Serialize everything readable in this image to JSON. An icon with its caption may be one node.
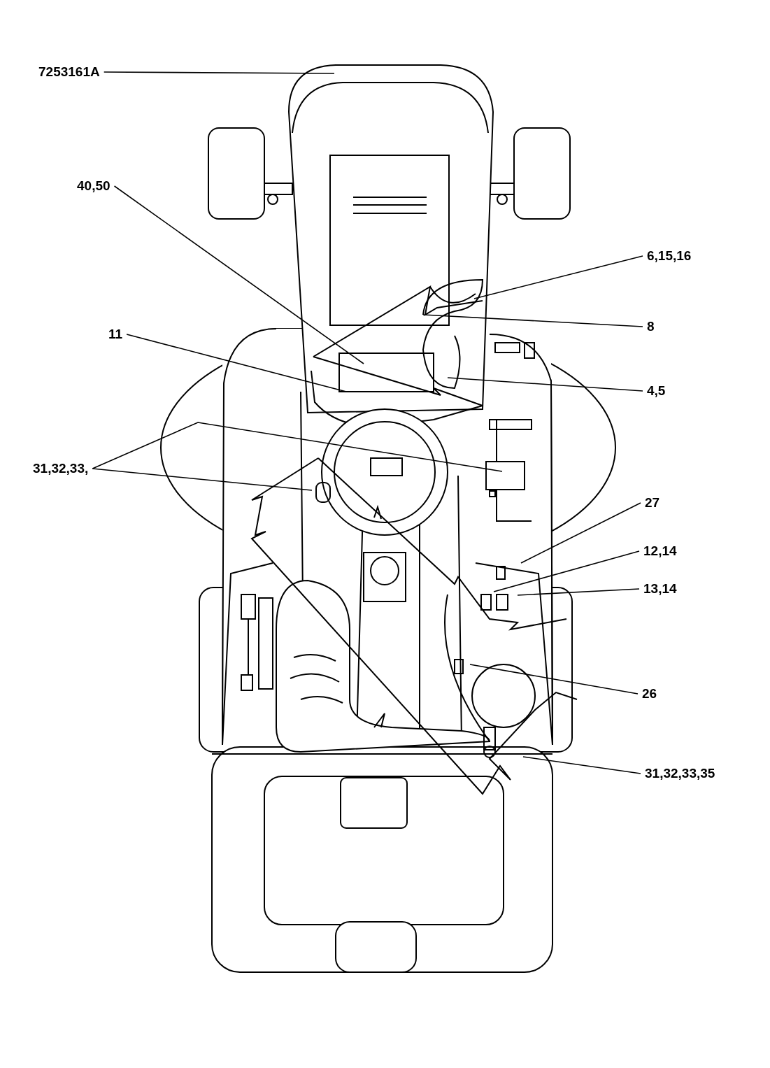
{
  "diagram": {
    "nodes": [
      {
        "text": [
          "7253161A"
        ]
      },
      {
        "text": [
          "40,50"
        ]
      },
      {
        "text": [
          "6,15,16"
        ]
      },
      {
        "text": [
          "8"
        ]
      },
      {
        "text": [
          "11"
        ]
      },
      {
        "text": [
          "4,5"
        ]
      },
      {
        "text": [
          "31,32,33,"
        ]
      },
      {
        "text": [
          "27"
        ]
      },
      {
        "text": [
          "12,14"
        ]
      },
      {
        "text": [
          "13,14"
        ]
      },
      {
        "text": [
          "26"
        ]
      },
      {
        "text": [
          "31,32,33,35"
        ]
      }
    ],
    "edges": [
      {
        "from": 0,
        "to": null,
        "arrow": "none"
      },
      {
        "from": 1,
        "to": null,
        "arrow": "none"
      },
      {
        "from": 2,
        "to": null,
        "arrow": "none"
      },
      {
        "from": 3,
        "to": null,
        "arrow": "none"
      },
      {
        "from": 4,
        "to": null,
        "arrow": "none"
      },
      {
        "from": 5,
        "to": null,
        "arrow": "none"
      },
      {
        "from": 6,
        "to": null,
        "arrow": "none"
      },
      {
        "from": 6,
        "to": null,
        "arrow": "none"
      },
      {
        "from": 7,
        "to": null,
        "arrow": "none"
      },
      {
        "from": 8,
        "to": null,
        "arrow": "none"
      },
      {
        "from": 9,
        "to": null,
        "arrow": "none"
      },
      {
        "from": 10,
        "to": null,
        "arrow": "none"
      },
      {
        "from": 11,
        "to": null,
        "arrow": "none"
      }
    ]
  }
}
